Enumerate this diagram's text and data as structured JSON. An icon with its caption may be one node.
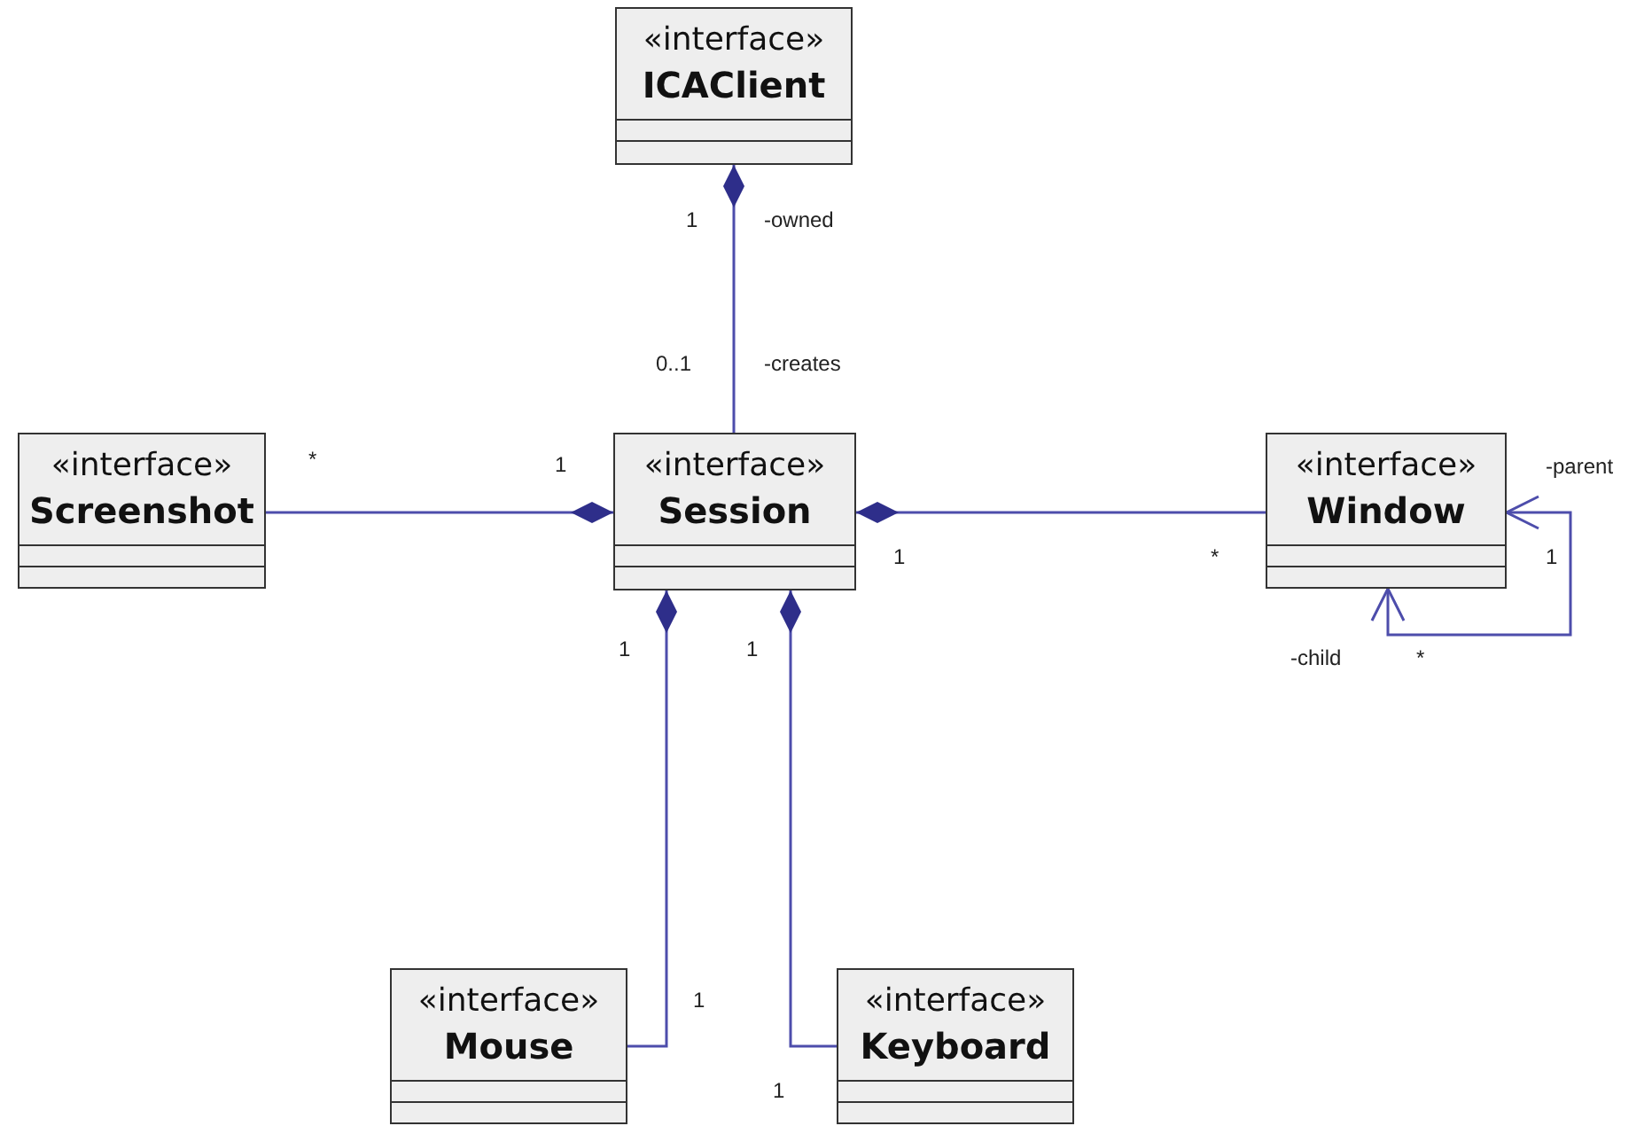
{
  "diagram": {
    "nodes": [
      {
        "text": [
          "«interface»",
          "ICAClient"
        ]
      },
      {
        "text": [
          "«interface»",
          "Screenshot"
        ]
      },
      {
        "text": [
          "«interface»",
          "Session"
        ]
      },
      {
        "text": [
          "«interface»",
          "Window"
        ]
      },
      {
        "text": [
          "«interface»",
          "Mouse"
        ]
      },
      {
        "text": [
          "«interface»",
          "Keyboard"
        ]
      }
    ],
    "edges": [
      {
        "from": 0,
        "to": 2,
        "arrow": "other"
      },
      {
        "from": 2,
        "to": 1,
        "arrow": "other"
      },
      {
        "from": 2,
        "to": 3,
        "arrow": "other"
      },
      {
        "from": 2,
        "to": 4,
        "arrow": "other"
      },
      {
        "from": 2,
        "to": 5,
        "arrow": "other"
      },
      {
        "from": 3,
        "to": 3,
        "arrow": "both"
      }
    ],
    "labels": [
      "1",
      "-owned",
      "0..1",
      "-creates",
      "*",
      "1",
      "-parent",
      "1",
      "*",
      "1",
      "1",
      "1",
      "-child",
      "*",
      "1",
      "1"
    ]
  }
}
